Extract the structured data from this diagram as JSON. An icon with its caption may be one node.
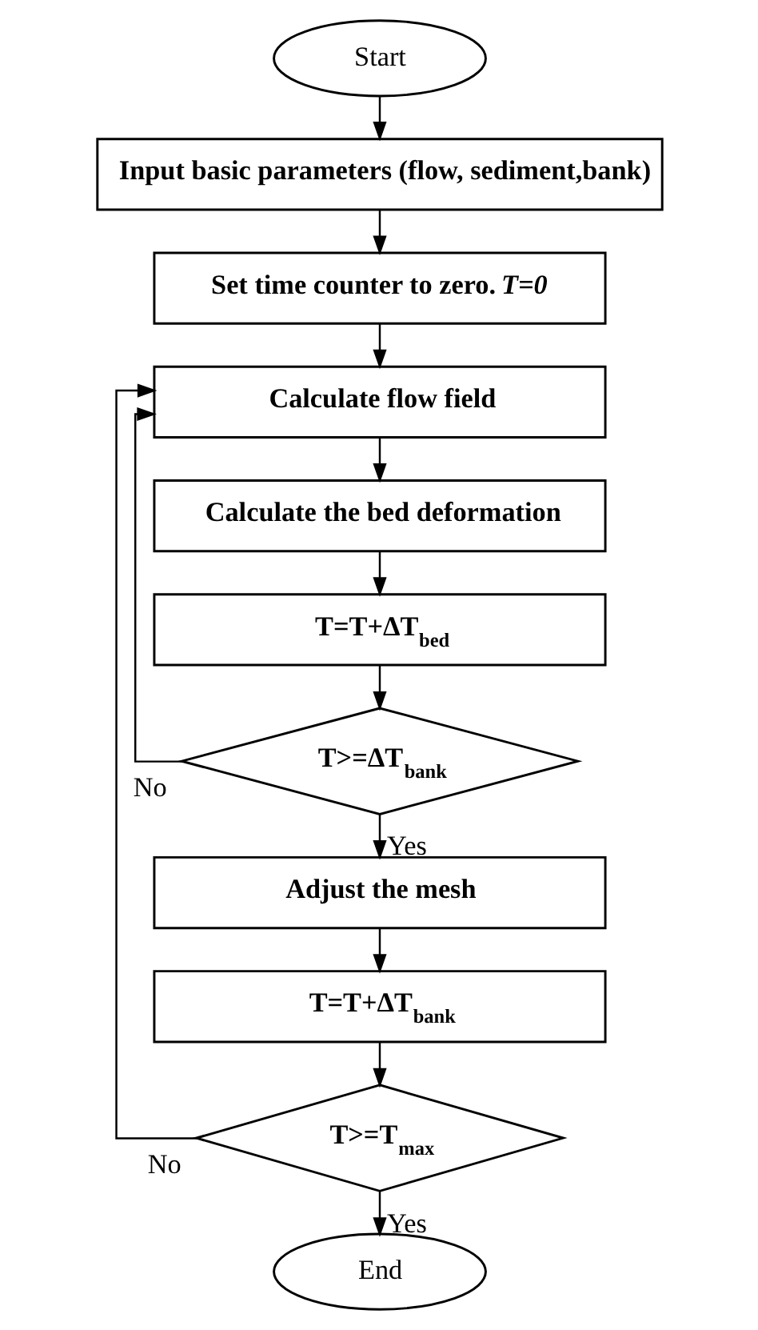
{
  "diagram": {
    "nodes": [
      {
        "text": [
          "Start"
        ]
      },
      {
        "text": [
          "Input basic parameters (flow, sediment,bank)"
        ]
      },
      {
        "text": [
          "Set time counter to zero. *T=0*"
        ]
      },
      {
        "text": [
          "Calculate flow field"
        ]
      },
      {
        "text": [
          "Calculate the bed deformation"
        ]
      },
      {
        "text": [
          "T=T+ΔT$_{bed}$"
        ]
      },
      {
        "text": [
          "T>=ΔT$_{bank}$"
        ]
      },
      {
        "text": [
          "Adjust the mesh"
        ]
      },
      {
        "text": [
          "T=T+ΔT$_{bank}$"
        ]
      },
      {
        "text": [
          "T>=T$_{max}$"
        ]
      },
      {
        "text": [
          "End"
        ]
      }
    ],
    "edges": [
      {
        "from": 0,
        "to": 1,
        "arrow": "to"
      },
      {
        "from": 1,
        "to": 2,
        "arrow": "to"
      },
      {
        "from": 2,
        "to": 3,
        "arrow": "to"
      },
      {
        "from": 3,
        "to": 4,
        "arrow": "to"
      },
      {
        "from": 4,
        "to": 5,
        "arrow": "to"
      },
      {
        "from": 5,
        "to": 6,
        "arrow": "to"
      },
      {
        "from": 6,
        "to": 3,
        "arrow": "to",
        "label": "No"
      },
      {
        "from": 6,
        "to": 7,
        "arrow": "to",
        "label": "Yes"
      },
      {
        "from": 7,
        "to": 8,
        "arrow": "to"
      },
      {
        "from": 8,
        "to": 9,
        "arrow": "to"
      },
      {
        "from": 9,
        "to": 3,
        "arrow": "to",
        "label": "No"
      },
      {
        "from": 9,
        "to": 10,
        "arrow": "to",
        "label": "Yes"
      }
    ]
  }
}
